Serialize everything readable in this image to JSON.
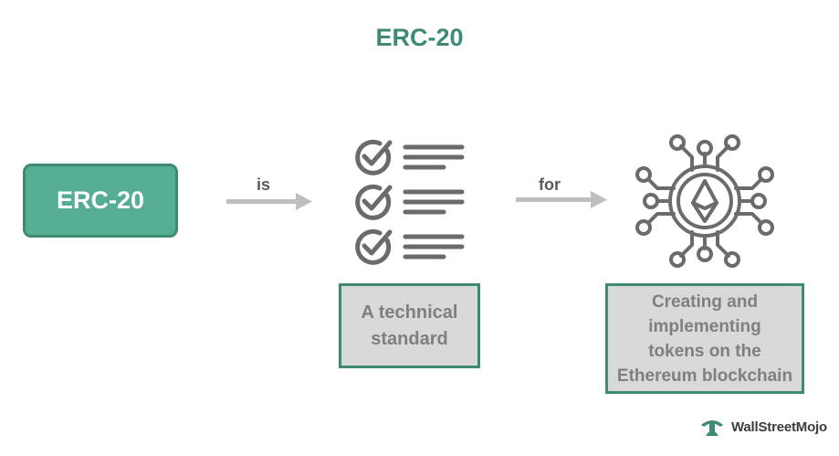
{
  "title": "ERC-20",
  "source_box": {
    "label": "ERC-20"
  },
  "connectors": [
    {
      "label": "is"
    },
    {
      "label": "for"
    }
  ],
  "checklist_caption": {
    "line1": "A technical",
    "line2": "standard"
  },
  "blockchain_caption": {
    "line1": "Creating and",
    "line2": "implementing",
    "line3": "tokens on the",
    "line4": "Ethereum blockchain"
  },
  "brand": {
    "name": "WallStreetMojo"
  },
  "colors": {
    "accent": "#55ad93",
    "accent_dark": "#3f8a73",
    "title": "#3d8b75",
    "icon_gray": "#6b6b6b",
    "arrow_gray": "#bfbfbf",
    "caption_bg": "#d9d9d9"
  },
  "icons": [
    "checklist-icon",
    "ethereum-network-icon",
    "wallstreetmojo-logo"
  ]
}
